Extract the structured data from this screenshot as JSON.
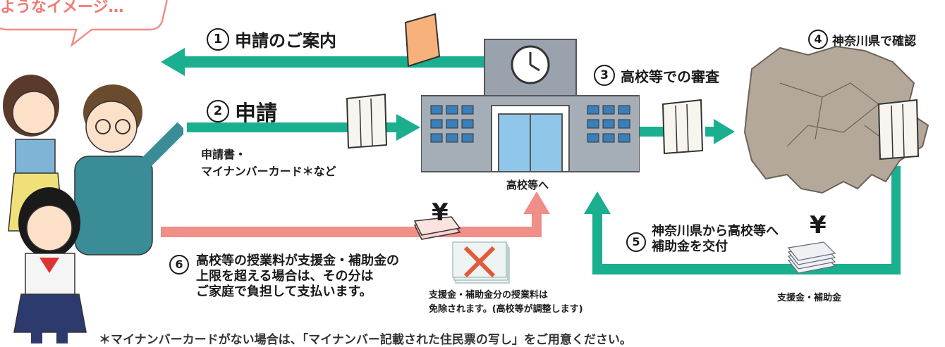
{
  "bubble_text": "ようなイメージ…",
  "steps": {
    "s1": {
      "num": "①",
      "label": "申請のご案内"
    },
    "s2": {
      "num": "②",
      "label": "申請"
    },
    "s3": {
      "num": "③",
      "label": "高校等での審査"
    },
    "s4": {
      "num": "④",
      "label": "神奈川県で確認"
    },
    "s5": {
      "num": "⑤",
      "line1": "神奈川県から高校等へ",
      "line2": "補助金を交付"
    },
    "s6": {
      "num": "⑥",
      "line1": "高校等の授業料が支援金・補助金の",
      "line2": "上限を超える場合は、その分は",
      "line3": "ご家庭で負担して支払います。"
    }
  },
  "docs_label": {
    "line1": "申請書・",
    "line2": "マイナンバーカード＊など"
  },
  "school_label": "高校等へ",
  "money_label": "支援金・補助金",
  "exempt_label": {
    "line1": "支援金・補助金分の授業料は",
    "line2": "免除されます。(高校等が調整します)"
  },
  "yen_symbol": "¥",
  "footnote": "＊マイナンバーカードがない場合は、「マイナンバー記載された住民票の写し」をご用意ください。",
  "colors": {
    "arrow_teal": "#1aaf8f",
    "arrow_pink": "#f08e88",
    "building": "#9aa3ad",
    "map": "#b3a89a",
    "folder": "#f6b27a"
  }
}
